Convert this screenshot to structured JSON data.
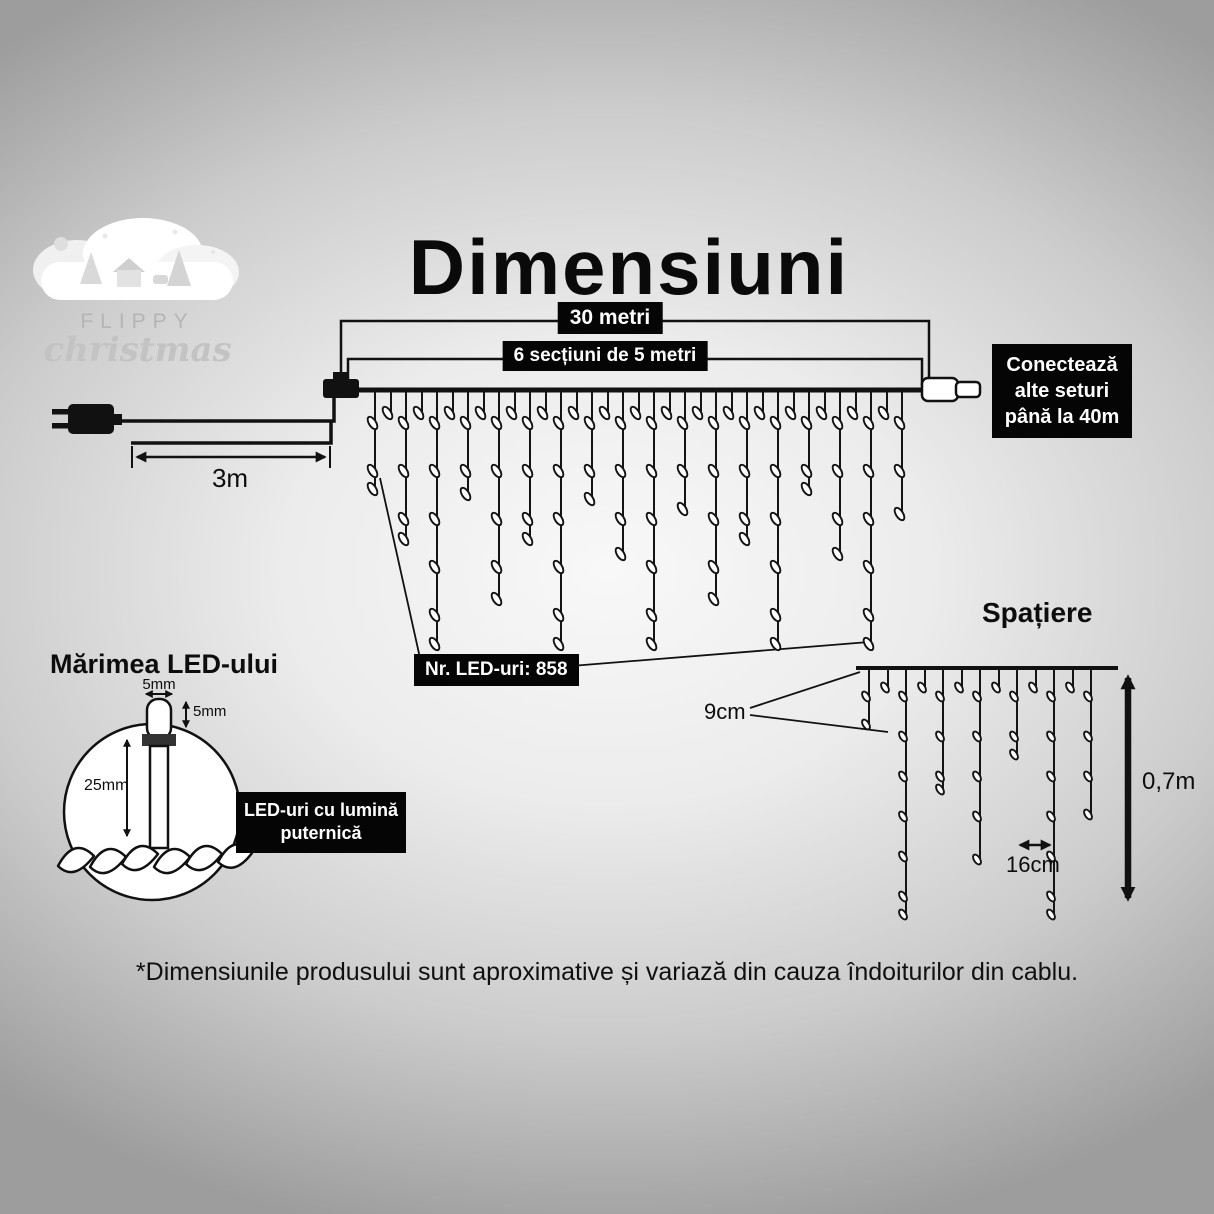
{
  "page": {
    "title": "Dimensiuni",
    "footnote": "*Dimensiunile produsului sunt aproximative și variază din cauza îndoiturilor din cablu."
  },
  "logo": {
    "brand_top": "FLIPPY",
    "brand_script": "christmas"
  },
  "dimensions": {
    "total_length_label": "30 metri",
    "sections_label": "6 secțiuni de 5 metri",
    "lead_cable_label": "3m",
    "connect_note": "Conectează alte seturi până la 40m",
    "led_count_label": "Nr. LED-uri: 858"
  },
  "spacing": {
    "heading": "Spațiere",
    "drop_gap_label": "9cm",
    "strand_gap_label": "16cm",
    "drop_height_label": "0,7m"
  },
  "led_size": {
    "heading": "Mărimea LED-ului",
    "width_label": "5mm",
    "height_label": "5mm",
    "length_label": "25mm",
    "note": "LED-uri cu lumină puternică"
  },
  "colors": {
    "label_box_bg": "#050505",
    "label_box_text": "#ffffff",
    "line": "#141414",
    "background_center": "#f8f8f8",
    "background_edge": "#9d9d9d"
  },
  "curtain": {
    "main": {
      "strands": [
        100,
        150,
        255,
        105,
        210,
        150,
        255,
        110,
        165,
        255,
        120,
        210,
        150,
        255,
        100,
        165,
        255,
        125
      ]
    },
    "small": {
      "strands": [
        55,
        245,
        120,
        190,
        85,
        245,
        145
      ]
    }
  }
}
